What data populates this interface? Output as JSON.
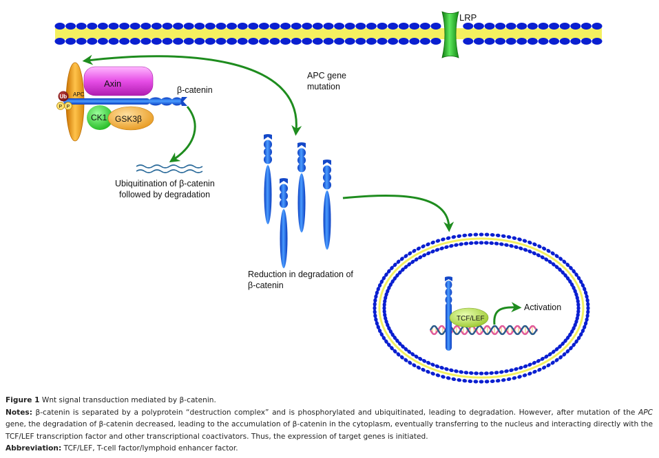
{
  "diagram": {
    "labels": {
      "lrp": "LRP",
      "axin": "Axin",
      "apc": "APC",
      "ub": "Ub",
      "p": "P",
      "ck1": "CK1",
      "gsk3b": "GSK3β",
      "beta_catenin": "β-catenin",
      "ubiquitination_line1": "Ubiquitination of β-catenin",
      "ubiquitination_line2": "followed by degradation",
      "apc_mutation_line1": "APC gene",
      "apc_mutation_line2": "mutation",
      "reduction_line1": "Reduction in degradation of",
      "reduction_line2": "β-catenin",
      "tcf_lef": "TCF/LEF",
      "activation": "Activation"
    },
    "colors": {
      "membrane_head": "#0a1fd0",
      "membrane_tail": "#f4f060",
      "arrow_green": "#1e8c1e",
      "lrp_green": "#2dc02d",
      "axin": "#e040e0",
      "apc": "#f0a020",
      "ck1": "#33d633",
      "gsk3b": "#f5b040",
      "ub": "#8b1a1a",
      "beta_catenin": "#1e6cf0",
      "tcf_lef": "#b6e04a",
      "dna_pink": "#e05a9a",
      "dna_blue": "#2a5a8a"
    }
  },
  "caption": {
    "figure_label": "Figure 1",
    "figure_title": "Wnt signal transduction mediated by β-catenin.",
    "notes_label": "Notes:",
    "notes_part1": "β-catenin is separated by a polyprotein “destruction complex” and is phosphorylated and ubiquitinated, leading to degradation. However, after mutation of the ",
    "notes_italic": "APC",
    "notes_part2": " gene, the degradation of β-catenin decreased, leading to the accumulation of β-catenin in the cytoplasm, eventually transferring to the nucleus and interacting directly with the TCF/LEF transcription factor and other transcriptional coactivators. Thus, the expression of target genes is initiated.",
    "abbreviation_label": "Abbreviation:",
    "abbreviation_text": "TCF/LEF, T-cell factor/lymphoid enhancer factor."
  }
}
